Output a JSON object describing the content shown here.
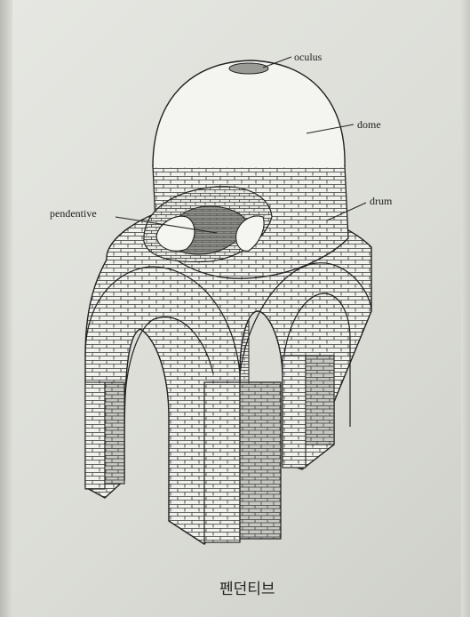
{
  "labels": {
    "oculus": "oculus",
    "dome": "dome",
    "drum": "drum",
    "pendentive": "pendentive"
  },
  "caption": "펜던티브"
}
